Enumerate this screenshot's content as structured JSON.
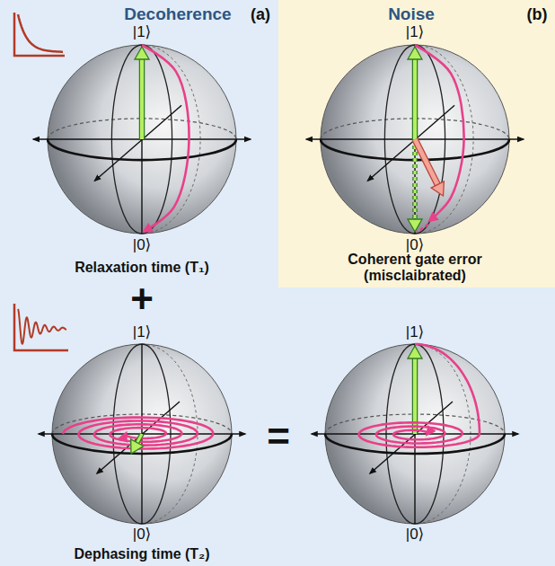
{
  "diagram": {
    "labels": [
      "Decoherence",
      "(a)",
      "Noise",
      "(b)",
      "|1⟩",
      "|0⟩",
      "Relaxation time (T₁)",
      "|1⟩",
      "|0⟩",
      "Coherent gate error (misclaibrated)",
      "+",
      "|1⟩",
      "|0⟩",
      "Dephasing time (T₂)",
      "=",
      "|1⟩",
      "|0⟩"
    ]
  }
}
